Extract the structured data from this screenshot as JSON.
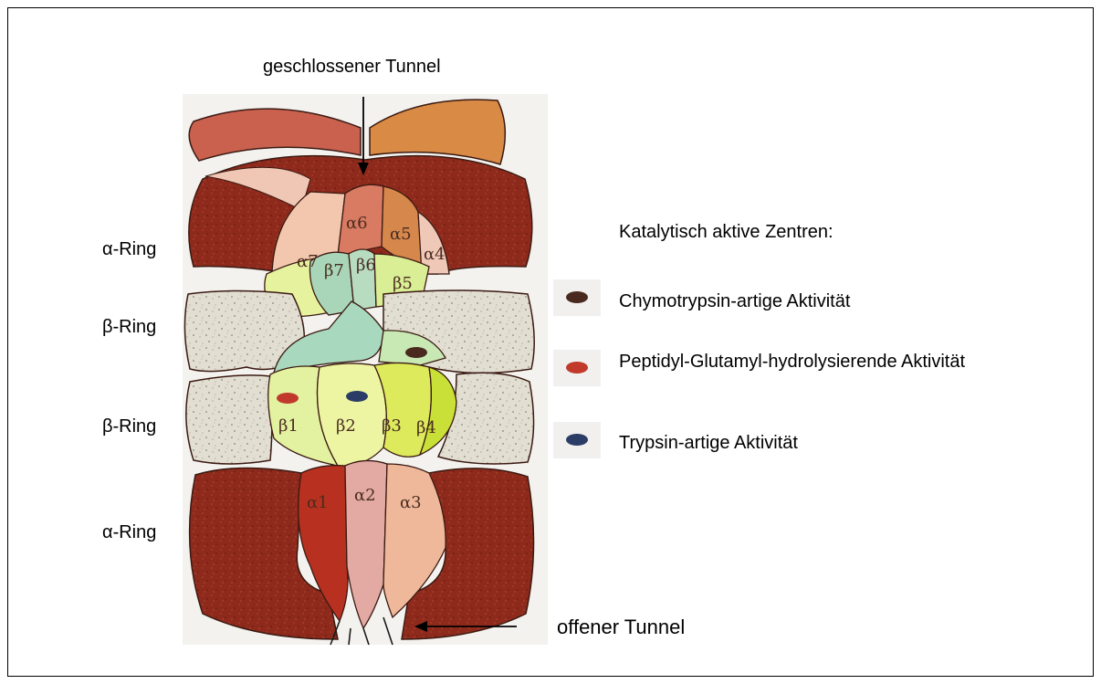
{
  "diagram": {
    "top_label": "geschlossener Tunnel",
    "bottom_label": "offener Tunnel",
    "ring_labels": [
      "α-Ring",
      "β-Ring",
      "β-Ring",
      "α-Ring"
    ],
    "top_alpha_subunits": [
      "α7",
      "α6",
      "α5",
      "α4"
    ],
    "top_beta_subunits": [
      "β7",
      "β6",
      "β5"
    ],
    "lower_beta_subunits": [
      "β1",
      "β2",
      "β3",
      "β4"
    ],
    "bottom_alpha_subunits": [
      "α1",
      "α2",
      "α3"
    ]
  },
  "legend": {
    "title": "Katalytisch aktive Zentren:",
    "items": [
      {
        "label": "Chymotrypsin-artige Aktivität",
        "color": "#4a2a1e"
      },
      {
        "label": "Peptidyl-Glutamyl-hydrolysierende Aktivität",
        "color": "#c0392b"
      },
      {
        "label": "Trypsin-artige Aktivität",
        "color": "#2b3d66"
      }
    ]
  },
  "colors": {
    "alpha_ring": "#8e2a1c",
    "beta_ring": "#e3e0d3",
    "photo_bg": "#f3f2ef"
  }
}
